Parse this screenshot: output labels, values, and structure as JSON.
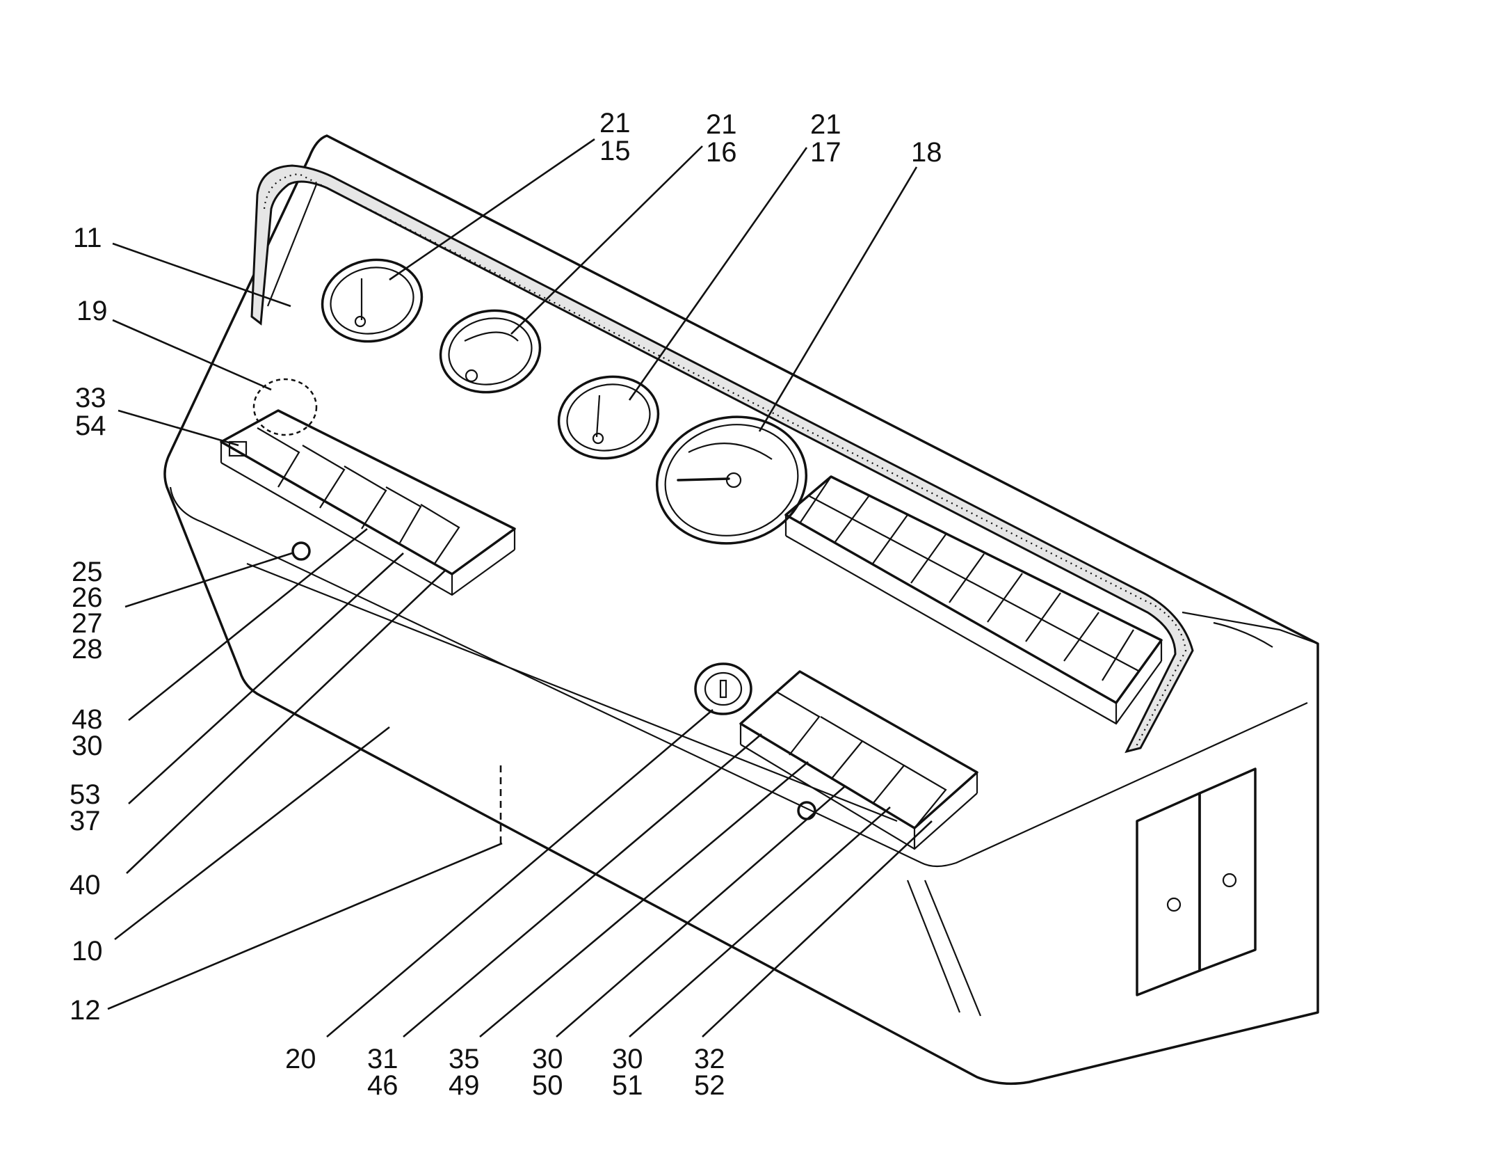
{
  "figure": {
    "callouts": [
      {
        "id": "c-21-15",
        "lines": [
          "21",
          "15"
        ]
      },
      {
        "id": "c-21-16",
        "lines": [
          "21",
          "16"
        ]
      },
      {
        "id": "c-21-17",
        "lines": [
          "21",
          "17"
        ]
      },
      {
        "id": "c-18",
        "lines": [
          "18"
        ]
      },
      {
        "id": "c-11",
        "lines": [
          "11"
        ]
      },
      {
        "id": "c-19",
        "lines": [
          "19"
        ]
      },
      {
        "id": "c-33-54",
        "lines": [
          "33",
          "54"
        ]
      },
      {
        "id": "c-25-28",
        "lines": [
          "25",
          "26",
          "27",
          "28"
        ]
      },
      {
        "id": "c-48-30",
        "lines": [
          "48",
          "30"
        ]
      },
      {
        "id": "c-53-37",
        "lines": [
          "53",
          "37"
        ]
      },
      {
        "id": "c-40",
        "lines": [
          "40"
        ]
      },
      {
        "id": "c-10",
        "lines": [
          "10"
        ]
      },
      {
        "id": "c-12",
        "lines": [
          "12"
        ]
      },
      {
        "id": "c-20",
        "lines": [
          "20"
        ]
      },
      {
        "id": "c-31-46",
        "lines": [
          "31",
          "46"
        ]
      },
      {
        "id": "c-35-49",
        "lines": [
          "35",
          "49"
        ]
      },
      {
        "id": "c-30-50",
        "lines": [
          "30",
          "50"
        ]
      },
      {
        "id": "c-30-51",
        "lines": [
          "30",
          "51"
        ]
      },
      {
        "id": "c-32-52",
        "lines": [
          "32",
          "52"
        ]
      }
    ]
  }
}
